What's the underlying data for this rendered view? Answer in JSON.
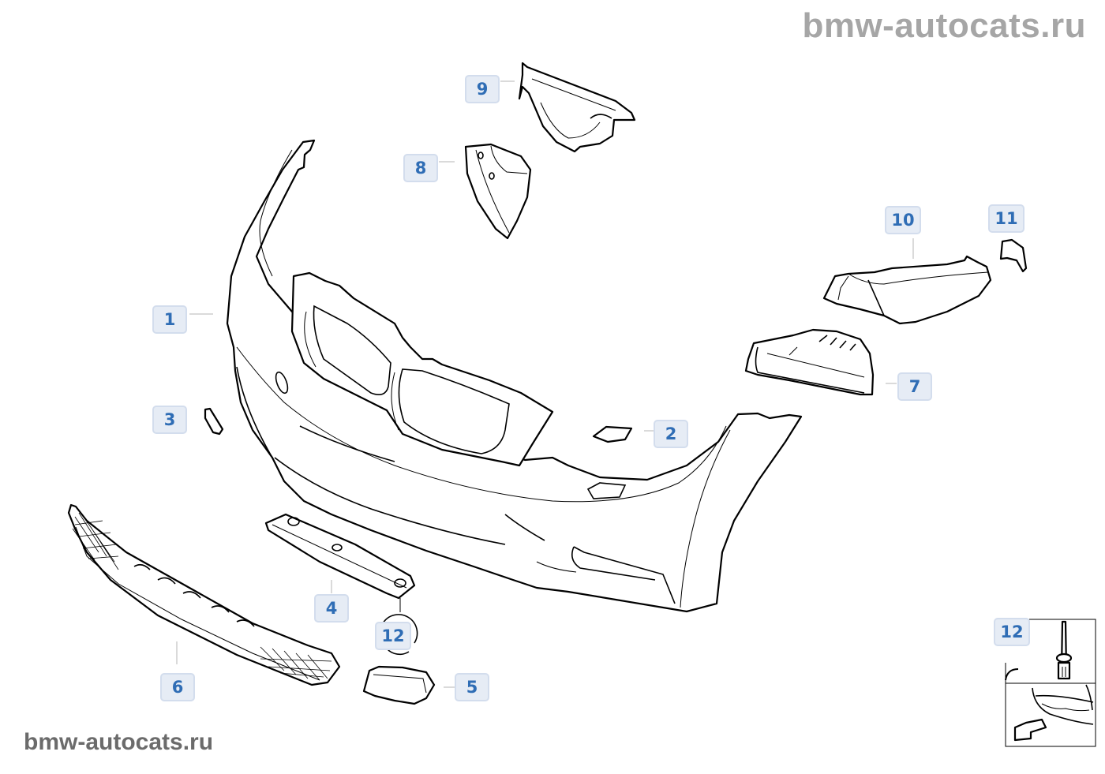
{
  "watermarks": {
    "top": "bmw-autocats.ru",
    "bottom": "bmw-autocats.ru"
  },
  "colors": {
    "callout_text": "#2f6db5",
    "callout_bg": "#e6ecf5",
    "callout_border": "#d3dded",
    "leader": "#b5b5b5",
    "watermark_top": "#a6a6a6",
    "watermark_bottom": "#6b6b6b"
  },
  "callouts": [
    {
      "id": "1",
      "part": "bumper-trim-panel"
    },
    {
      "id": "2",
      "part": "headlight-washer-cover-right"
    },
    {
      "id": "3",
      "part": "headlight-washer-cover-left"
    },
    {
      "id": "4",
      "part": "reinforcement-strip"
    },
    {
      "id": "5",
      "part": "tow-hook-cover"
    },
    {
      "id": "6",
      "part": "lower-grille"
    },
    {
      "id": "7",
      "part": "air-duct-right"
    },
    {
      "id": "8",
      "part": "air-duct-left-small"
    },
    {
      "id": "9",
      "part": "air-duct-left"
    },
    {
      "id": "10",
      "part": "brake-air-duct"
    },
    {
      "id": "11",
      "part": "cover-cap"
    },
    {
      "id": "12",
      "part": "expanding-rivet"
    },
    {
      "id": "12",
      "part": "expanding-rivet-inset"
    }
  ]
}
